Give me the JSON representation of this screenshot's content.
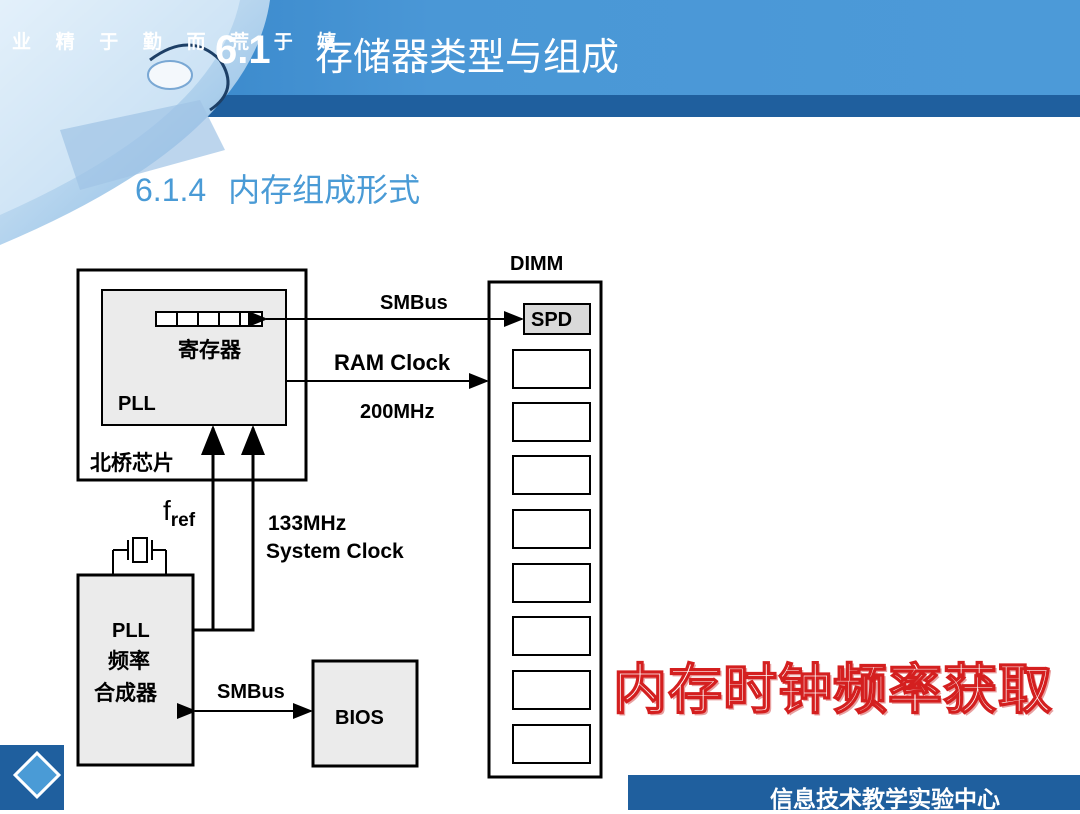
{
  "header": {
    "motto": "业 精 于 勤 而 荒 于 嬉",
    "section_number": "6.1",
    "title": "存储器类型与组成"
  },
  "subtitle": {
    "number": "6.1.4",
    "text": "内存组成形式"
  },
  "diagram": {
    "dimm_label": "DIMM",
    "spd_label": "SPD",
    "register_label": "寄存器",
    "pll_label": "PLL",
    "northbridge_label": "北桥芯片",
    "smbus_top_label": "SMBus",
    "ram_clock_label": "RAM Clock",
    "ram_clock_freq": "200MHz",
    "fref_main": "f",
    "fref_sub": "ref",
    "sysclock_freq": "133MHz",
    "sysclock_label": "System Clock",
    "synth_line1": "PLL",
    "synth_line2": "频率",
    "synth_line3": "合成器",
    "smbus_bottom_label": "SMBus",
    "bios_label": "BIOS"
  },
  "callout": "内存时钟频率获取",
  "footer": {
    "text": "信息技术教学实验中心"
  },
  "colors": {
    "header_blue": "#4a97d6",
    "dark_blue": "#1f5f9e",
    "subtitle_blue": "#4a9bd6",
    "callout_red": "#d41f1f"
  }
}
